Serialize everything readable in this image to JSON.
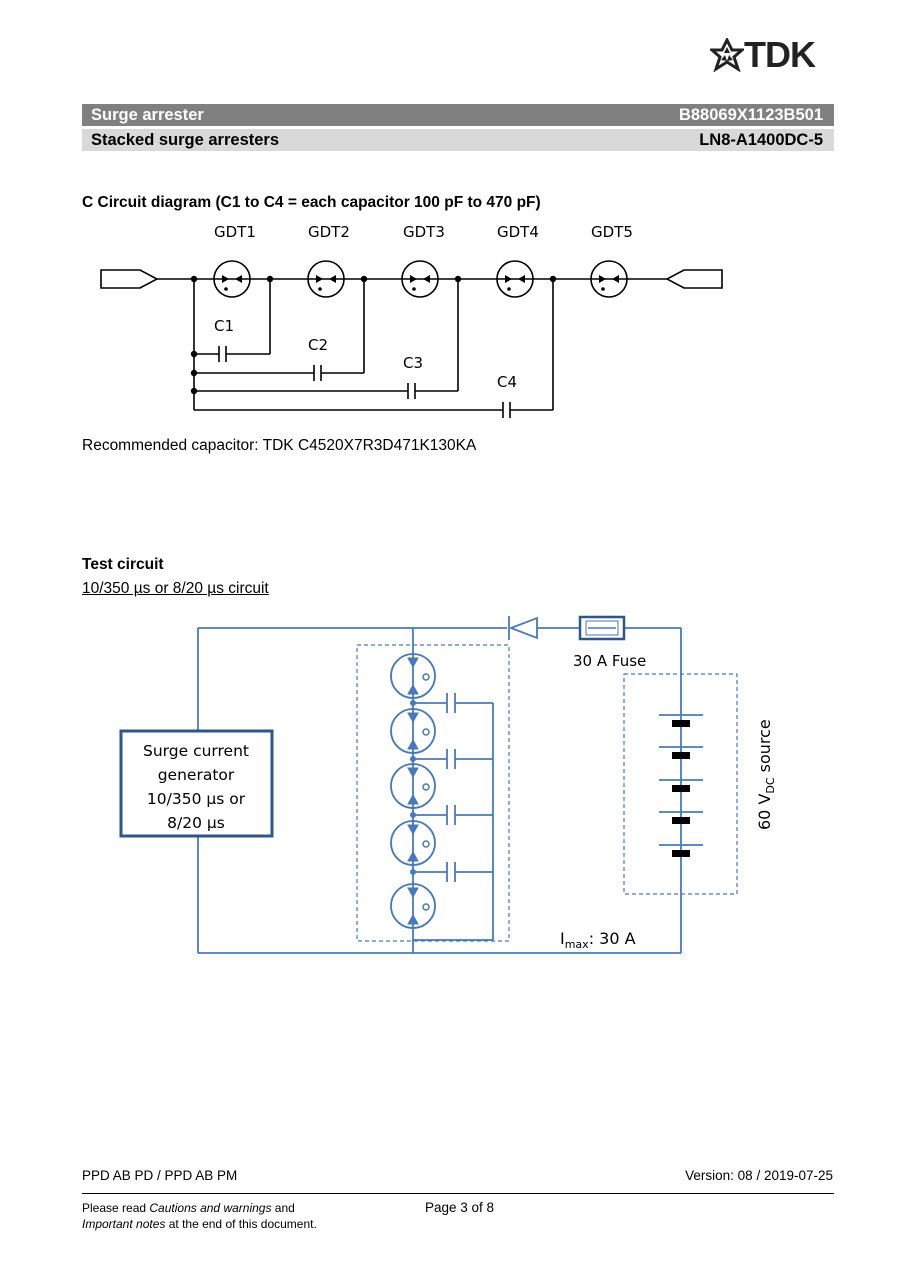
{
  "header": {
    "logo_text": "TDK",
    "band1_left": "Surge arrester",
    "band1_right": "B88069X1123B501",
    "band2_left": "Stacked surge arresters",
    "band2_right": "LN8-A1400DC-5"
  },
  "circuit_section": {
    "heading": "C Circuit diagram (C1 to C4 = each capacitor 100 pF to 470 pF)",
    "gdt_labels": [
      "GDT1",
      "GDT2",
      "GDT3",
      "GDT4",
      "GDT5"
    ],
    "cap_labels": [
      "C1",
      "C2",
      "C3",
      "C4"
    ],
    "recommended": "Recommended capacitor: TDK C4520X7R3D471K130KA"
  },
  "test_section": {
    "heading": "Test circuit",
    "subheading": "10/350 µs or 8/20 µs circuit",
    "generator_lines": [
      "Surge current",
      "generator",
      "10/350 µs or",
      "8/20 µs"
    ],
    "fuse_label": "30 A Fuse",
    "source_label_pre": "60 V",
    "source_label_sub": "DC",
    "source_label_post": " source",
    "imax_pre": "I",
    "imax_sub": "max",
    "imax_post": ": 30 A"
  },
  "footer": {
    "left": "PPD AB PD / PPD AB PM",
    "right": "Version: 08 / 2019-07-25",
    "note_line1_pre": "Please read ",
    "note_line1_em": "Cautions and warnings",
    "note_line1_post": " and",
    "note_line2_em": "Important notes",
    "note_line2_post": " at the end of this document.",
    "page": "Page 3 of 8"
  },
  "colors": {
    "band_dark": "#808080",
    "band_light": "#d9d9d9",
    "circuit_blue": "#4a7ab5",
    "frame_blue": "#2f5689"
  }
}
